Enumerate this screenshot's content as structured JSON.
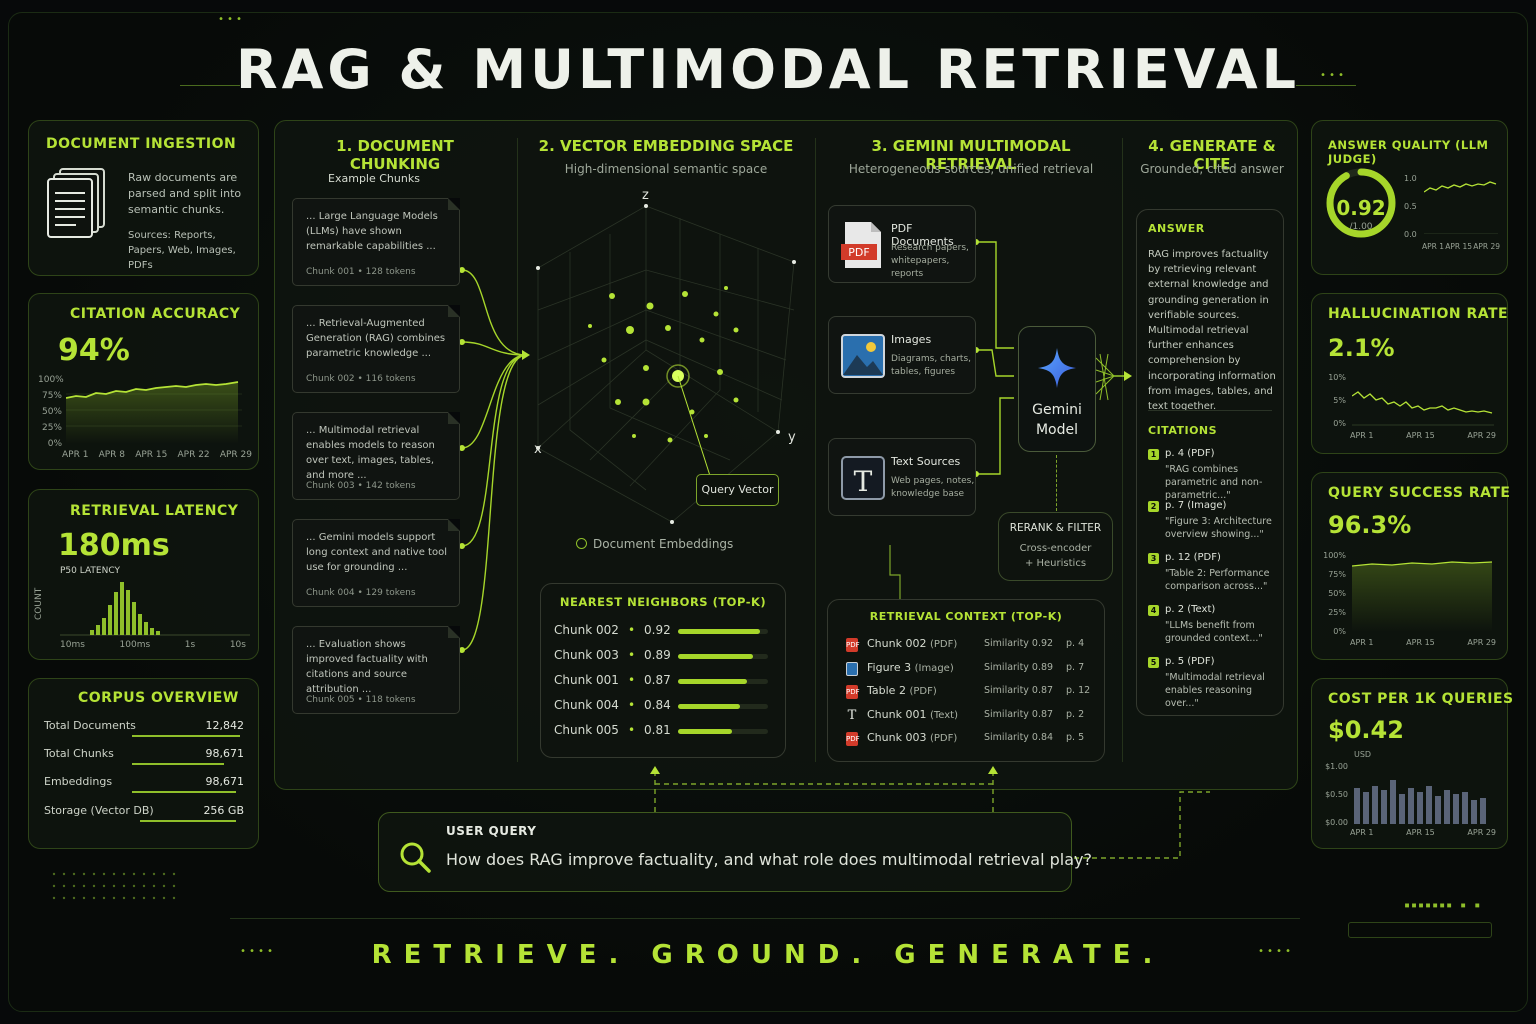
{
  "title": "RAG & MULTIMODAL RETRIEVAL",
  "tagline": "RETRIEVE. GROUND. GENERATE.",
  "colors": {
    "accent": "#b5e336",
    "background": "#07090a",
    "panel_border": "#2e4418",
    "pdf_red": "#d23b2a"
  },
  "left": {
    "ingestion": {
      "title": "DOCUMENT INGESTION",
      "icon": "documents-stack-icon",
      "description": "Raw documents are parsed and split into semantic chunks.",
      "sources": "Sources: Reports, Papers, Web, Images, PDFs"
    },
    "citation": {
      "title": "CITATION ACCURACY",
      "value": "94%",
      "y_ticks": [
        "100%",
        "75%",
        "50%",
        "25%",
        "0%"
      ],
      "x_ticks": [
        "APR 1",
        "APR 8",
        "APR 15",
        "APR 22",
        "APR 29"
      ]
    },
    "latency": {
      "title": "RETRIEVAL LATENCY",
      "value": "180ms",
      "sublabel": "P50 LATENCY",
      "y_label": "COUNT",
      "x_ticks": [
        "10ms",
        "100ms",
        "1s",
        "10s"
      ]
    },
    "corpus": {
      "title": "CORPUS OVERVIEW",
      "rows": [
        {
          "label": "Total Documents",
          "value": "12,842"
        },
        {
          "label": "Total Chunks",
          "value": "98,671"
        },
        {
          "label": "Embeddings",
          "value": "98,671"
        },
        {
          "label": "Storage (Vector DB)",
          "value": "256 GB"
        }
      ]
    }
  },
  "chunking": {
    "title": "1. DOCUMENT CHUNKING",
    "subtitle": "Example Chunks",
    "chunks": [
      {
        "text": "... Large Language Models (LLMs) have shown remarkable capabilities ...",
        "meta": "Chunk 001   •   128 tokens"
      },
      {
        "text": "... Retrieval-Augmented Generation (RAG) combines parametric knowledge ...",
        "meta": "Chunk 002   •   116 tokens"
      },
      {
        "text": "... Multimodal retrieval enables models to reason over text, images, tables, and more ...",
        "meta": "Chunk 003   •   142 tokens"
      },
      {
        "text": "... Gemini models support long context and native tool use for grounding ...",
        "meta": "Chunk 004   •   129 tokens"
      },
      {
        "text": "... Evaluation shows improved factuality with citations and source attribution ...",
        "meta": "Chunk 005   •   118 tokens"
      }
    ]
  },
  "embedding": {
    "title": "2. VECTOR EMBEDDING SPACE",
    "subtitle": "High-dimensional semantic space",
    "axis_x": "x",
    "axis_y": "y",
    "axis_z": "z",
    "query_label": "Query Vector",
    "legend": "Document Embeddings",
    "neighbors_title": "NEAREST NEIGHBORS (TOP-K)",
    "neighbors": [
      {
        "name": "Chunk 002",
        "score": 0.92
      },
      {
        "name": "Chunk 003",
        "score": 0.89
      },
      {
        "name": "Chunk 001",
        "score": 0.87
      },
      {
        "name": "Chunk 004",
        "score": 0.84
      },
      {
        "name": "Chunk 005",
        "score": 0.81
      }
    ]
  },
  "gemini": {
    "title": "3. GEMINI MULTIMODAL RETRIEVAL",
    "subtitle": "Heterogeneous sources, unified retrieval",
    "sources": [
      {
        "title": "PDF Documents",
        "desc": "Research papers, whitepapers, reports",
        "icon": "pdf-file-icon",
        "badge": "PDF"
      },
      {
        "title": "Images",
        "desc": "Diagrams, charts, tables, figures",
        "icon": "image-icon"
      },
      {
        "title": "Text Sources",
        "desc": "Web pages, notes, knowledge base",
        "icon": "text-icon",
        "badge": "T"
      }
    ],
    "model_label_1": "Gemini",
    "model_label_2": "Model",
    "rerank": {
      "title": "RERANK & FILTER",
      "line1": "Cross-encoder",
      "line2": "+ Heuristics"
    },
    "context_title": "RETRIEVAL CONTEXT (TOP-K)",
    "context": [
      {
        "name": "Chunk 002",
        "kind": "(PDF)",
        "similarity": "Similarity 0.92",
        "page": "p. 4",
        "icon": "pdf"
      },
      {
        "name": "Figure 3",
        "kind": "(Image)",
        "similarity": "Similarity 0.89",
        "page": "p. 7",
        "icon": "image"
      },
      {
        "name": "Table 2",
        "kind": "(PDF)",
        "similarity": "Similarity 0.87",
        "page": "p. 12",
        "icon": "pdf"
      },
      {
        "name": "Chunk 001",
        "kind": "(Text)",
        "similarity": "Similarity 0.87",
        "page": "p. 2",
        "icon": "text"
      },
      {
        "name": "Chunk 003",
        "kind": "(PDF)",
        "similarity": "Similarity 0.84",
        "page": "p. 5",
        "icon": "pdf"
      }
    ]
  },
  "generate": {
    "title": "4. GENERATE & CITE",
    "subtitle": "Grounded, cited answer",
    "answer_title": "ANSWER",
    "answer": "RAG improves factuality by retrieving relevant external knowledge and grounding generation in verifiable sources. Multimodal retrieval further enhances comprehension by incorporating information from images, tables, and text together.",
    "citations_title": "CITATIONS",
    "citations": [
      {
        "n": "1",
        "head": "p. 4   (PDF)",
        "quote": "\"RAG combines parametric and non-parametric...\""
      },
      {
        "n": "2",
        "head": "p. 7   (Image)",
        "quote": "\"Figure 3: Architecture overview showing...\""
      },
      {
        "n": "3",
        "head": "p. 12   (PDF)",
        "quote": "\"Table 2: Performance comparison across...\""
      },
      {
        "n": "4",
        "head": "p. 2   (Text)",
        "quote": "\"LLMs benefit from grounded context...\""
      },
      {
        "n": "5",
        "head": "p. 5   (PDF)",
        "quote": "\"Multimodal retrieval enables reasoning over...\""
      }
    ]
  },
  "right": {
    "quality": {
      "title": "ANSWER QUALITY (LLM JUDGE)",
      "value": "0.92",
      "denom": "/1.00",
      "fraction": 0.92,
      "y_ticks": [
        "1.0",
        "0.5",
        "0.0"
      ],
      "x_ticks": [
        "APR 1",
        "APR 15",
        "APR 29"
      ]
    },
    "hallucination": {
      "title": "HALLUCINATION RATE",
      "value": "2.1%",
      "y_ticks": [
        "10%",
        "5%",
        "0%"
      ],
      "x_ticks": [
        "APR 1",
        "APR 15",
        "APR 29"
      ]
    },
    "success": {
      "title": "QUERY SUCCESS RATE",
      "value": "96.3%",
      "y_ticks": [
        "100%",
        "75%",
        "50%",
        "25%",
        "0%"
      ],
      "x_ticks": [
        "APR 1",
        "APR 15",
        "APR 29"
      ]
    },
    "cost": {
      "title": "COST PER 1K QUERIES",
      "value": "$0.42",
      "unit": "USD",
      "y_ticks": [
        "$1.00",
        "$0.50",
        "$0.00"
      ],
      "x_ticks": [
        "APR 1",
        "APR 15",
        "APR 29"
      ]
    }
  },
  "query": {
    "label": "USER QUERY",
    "text": "How does RAG improve factuality, and what role does multimodal retrieval play?",
    "icon": "search-icon"
  }
}
